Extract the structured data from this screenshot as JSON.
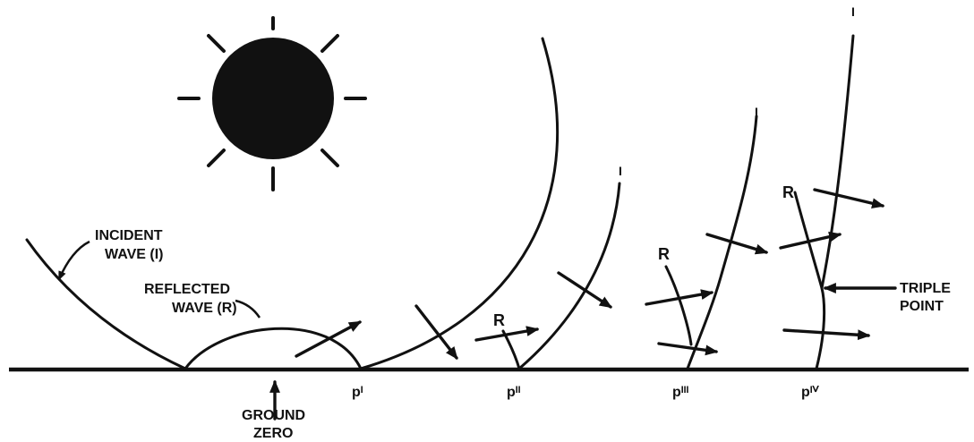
{
  "labels": {
    "incident": [
      "INCIDENT",
      "WAVE (I)"
    ],
    "reflected": [
      "REFLECTED",
      "WAVE (R)"
    ],
    "ground_zero": [
      "GROUND",
      "ZERO"
    ],
    "triple_point": [
      "TRIPLE",
      "POINT"
    ],
    "points": [
      "pᴵ",
      "pᴵᴵ",
      "pᴵᴵᴵ",
      "pᴵⱽ"
    ],
    "r": "R",
    "i": "I"
  },
  "colors": {
    "ink": "#111111",
    "background": "#ffffff"
  },
  "icons": {
    "burst": "sun-burst-icon",
    "arrow": "arrow-icon"
  }
}
